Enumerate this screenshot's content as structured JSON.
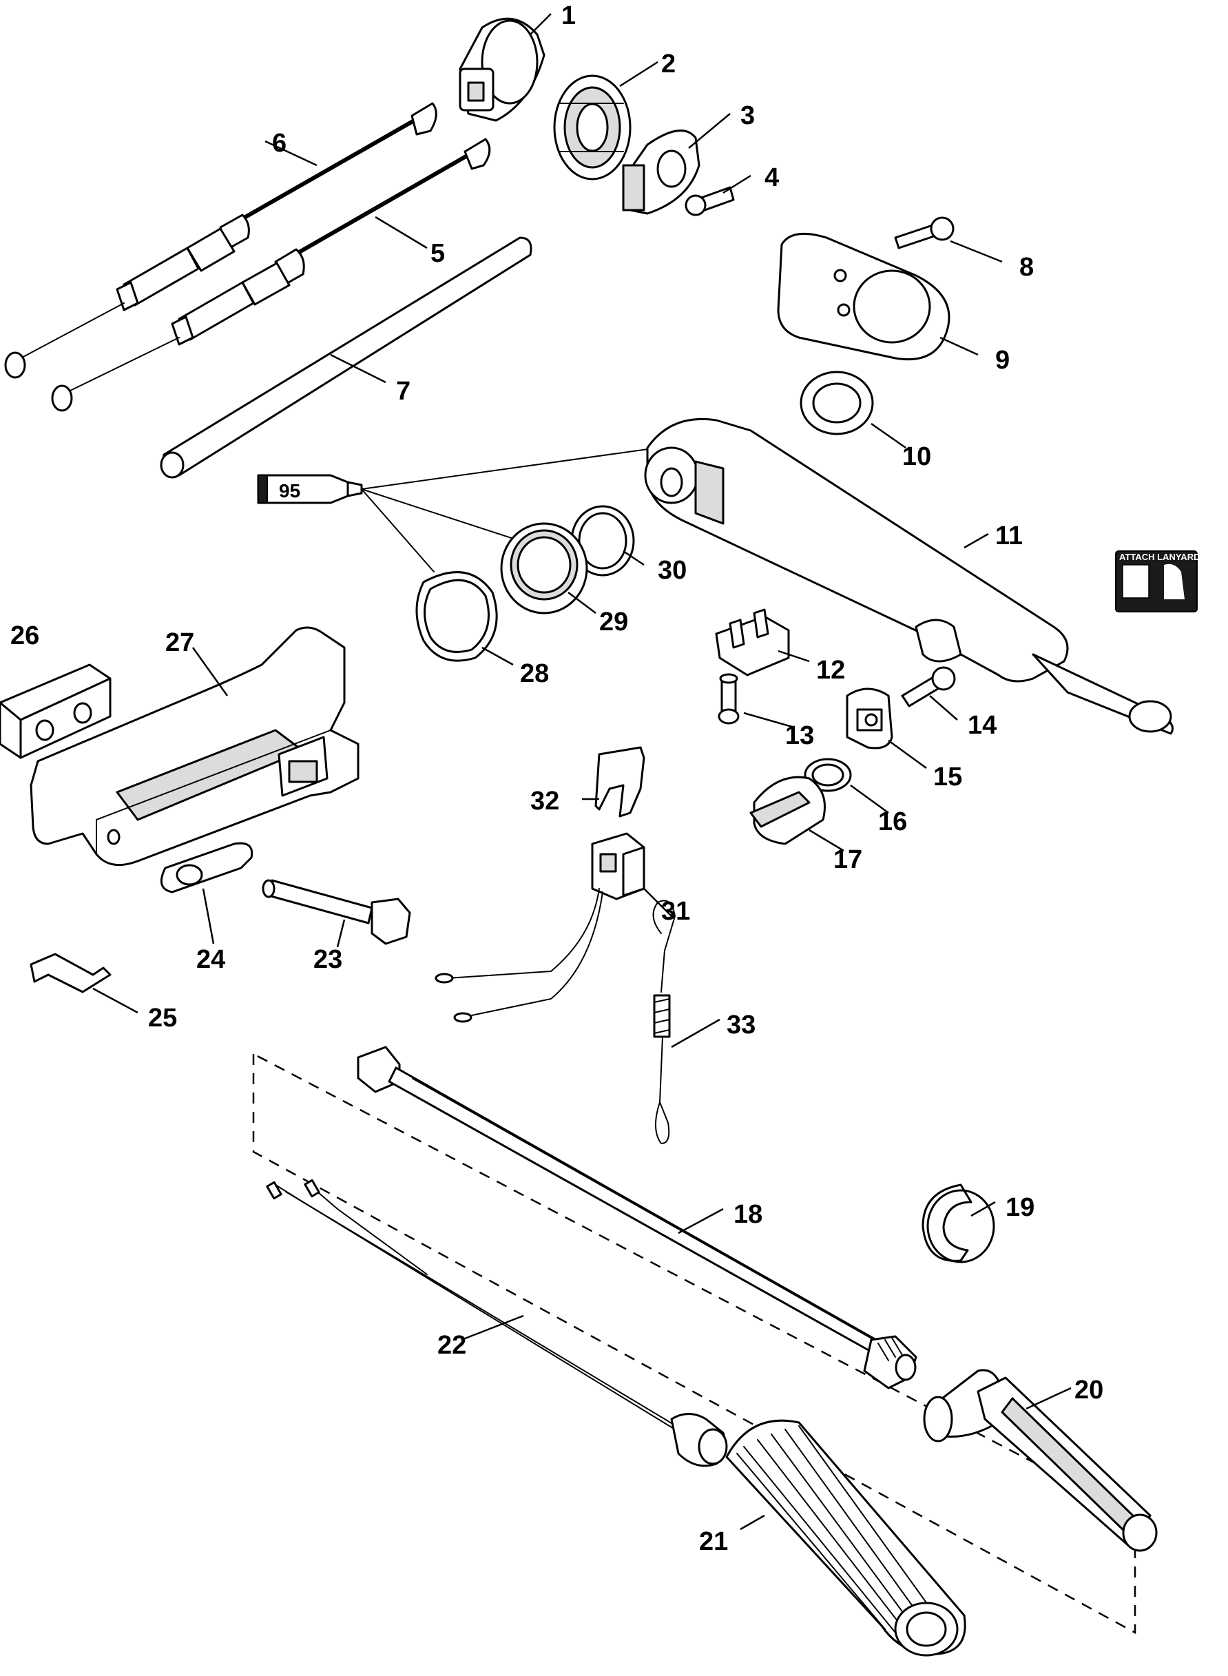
{
  "parts": [
    {
      "id": "1"
    },
    {
      "id": "2"
    },
    {
      "id": "3"
    },
    {
      "id": "4"
    },
    {
      "id": "5"
    },
    {
      "id": "6"
    },
    {
      "id": "7"
    },
    {
      "id": "8"
    },
    {
      "id": "9"
    },
    {
      "id": "10"
    },
    {
      "id": "11"
    },
    {
      "id": "12"
    },
    {
      "id": "13"
    },
    {
      "id": "14"
    },
    {
      "id": "15"
    },
    {
      "id": "16"
    },
    {
      "id": "17"
    },
    {
      "id": "18"
    },
    {
      "id": "19"
    },
    {
      "id": "20"
    },
    {
      "id": "21"
    },
    {
      "id": "22"
    },
    {
      "id": "23"
    },
    {
      "id": "24"
    },
    {
      "id": "25"
    },
    {
      "id": "26"
    },
    {
      "id": "27"
    },
    {
      "id": "28"
    },
    {
      "id": "29"
    },
    {
      "id": "30"
    },
    {
      "id": "31"
    },
    {
      "id": "32"
    },
    {
      "id": "33"
    }
  ],
  "lubricant_tube": {
    "label": "95"
  },
  "decal": {
    "text": "ATTACH LANYARD"
  },
  "colors": {
    "line": "#000000",
    "background": "#ffffff",
    "decal_bg": "#1a1a1a"
  }
}
